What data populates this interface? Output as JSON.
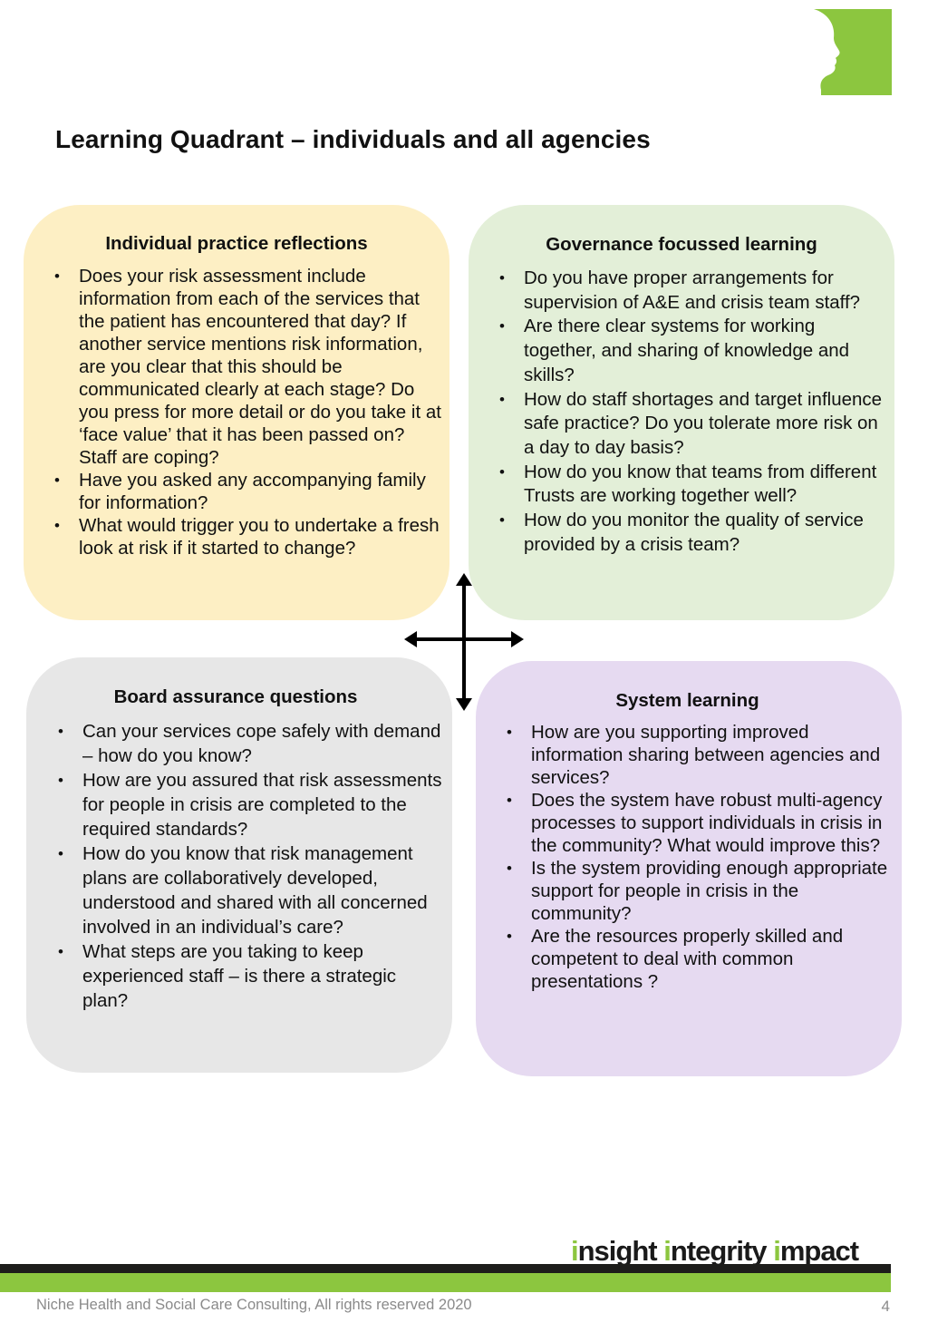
{
  "page": {
    "title": "Learning Quadrant – individuals and all agencies",
    "footer": "Niche Health and Social Care Consulting, All rights reserved 2020",
    "page_number": "4"
  },
  "brand": {
    "tagline_words": [
      "insight",
      "integrity",
      "impact"
    ],
    "accent_color": "#8cc63f",
    "dark_color": "#1d1d1b",
    "logo_icon": "head-profile-icon"
  },
  "quadrants": {
    "individual": {
      "title": "Individual practice reflections",
      "color": "#fdefc4",
      "items": [
        "Does your risk assessment include information from each of the services that the patient has encountered that day? If another service mentions risk information, are you clear that this should be communicated clearly at each stage? Do you press for more detail or do you take it at ‘face value’ that it has been passed on? Staff are coping?",
        "Have you asked any accompanying family for information?",
        "What would trigger you to undertake a fresh look at risk if it started to change?"
      ]
    },
    "governance": {
      "title": "Governance focussed learning",
      "color": "#e3efd8",
      "items": [
        "Do you have proper arrangements for supervision of A&E and crisis team staff?",
        "Are there clear systems for working together, and sharing of knowledge and  skills?",
        "How do staff shortages and target influence safe practice? Do you tolerate more risk on a day to day basis?",
        "How do you know that teams from different Trusts are working together well?",
        "How do you monitor the quality of service provided by a crisis team?"
      ]
    },
    "board": {
      "title": "Board assurance questions",
      "color": "#e7e7e7",
      "items": [
        "Can your services cope safely with demand – how do you know?",
        "How are you assured that risk assessments for people in crisis are completed to the required standards?",
        "How do you know that risk management plans are collaboratively developed, understood and shared with all concerned involved in an individual’s care?",
        "What steps are you taking to keep experienced staff – is there a strategic plan?"
      ]
    },
    "system": {
      "title": "System learning",
      "color": "#e6daf1",
      "items": [
        "How are you supporting improved information sharing between agencies and services?",
        "Does the system have robust multi-agency processes to support individuals in crisis in the community? What would improve this?",
        "Is the system providing enough appropriate support for people in crisis in the community?",
        "Are the resources properly skilled and competent to deal with common presentations ?"
      ]
    }
  }
}
